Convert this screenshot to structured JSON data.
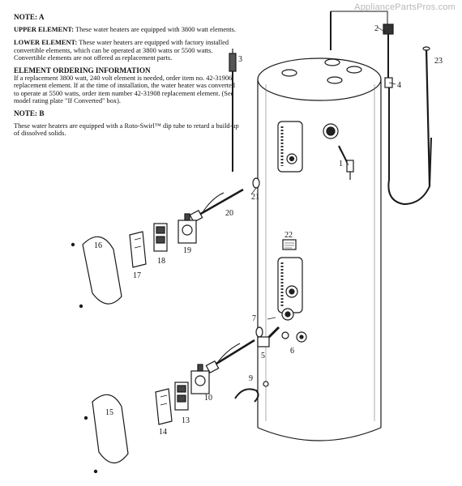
{
  "watermark": "AppliancePartsPros.com",
  "notes": {
    "note_a_heading": "NOTE: A",
    "upper_label": "UPPER ELEMENT:",
    "upper_text": "These water heaters are equipped with 3800 watt elements.",
    "lower_label": "LOWER ELEMENT:",
    "lower_text": "These water heaters are equipped with factory installed convertible elements, which can be operated at 3800 watts or 5500 watts. Convertible elements are not offered as replacement parts.",
    "ordering_heading": "ELEMENT ORDERING INFORMATION",
    "ordering_text": "If a replacement 3800 watt, 240 volt element is needed, order item no. 42-31906 replacement element. If at the time of installation, the water heater was converted to operate at 5500 watts, order item number 42-31908 replacement element. (See model rating plate \"If Converted\" box).",
    "note_b_heading": "NOTE: B",
    "note_b_text": "These water heaters are equipped with a Roto-Swirl™ dip tube to retard a build-up of dissolved solids."
  },
  "callouts": {
    "c1": "1",
    "c2": "2",
    "c3": "3",
    "c4": "4",
    "c5": "5",
    "c6": "6",
    "c7": "7",
    "c9": "9",
    "c10": "10",
    "c13": "13",
    "c14": "14",
    "c15": "15",
    "c16": "16",
    "c17": "17",
    "c18": "18",
    "c19": "19",
    "c20": "20",
    "c21": "21",
    "c22": "22",
    "c23": "23"
  }
}
